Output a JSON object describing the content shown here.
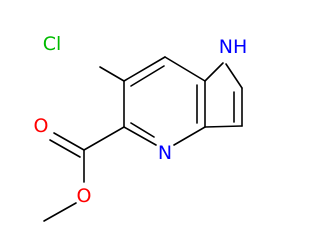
{
  "molecule": {
    "atoms": {
      "chlorine": "Cl",
      "pyrrole_nitrogen": "NH",
      "pyridine_nitrogen": "N",
      "carbonyl_oxygen": "O",
      "ether_oxygen": "O"
    }
  },
  "colors": {
    "bond": "#000000",
    "chlorine": "#00bb00",
    "nitrogen": "#0000ff",
    "oxygen": "#ff0000"
  }
}
